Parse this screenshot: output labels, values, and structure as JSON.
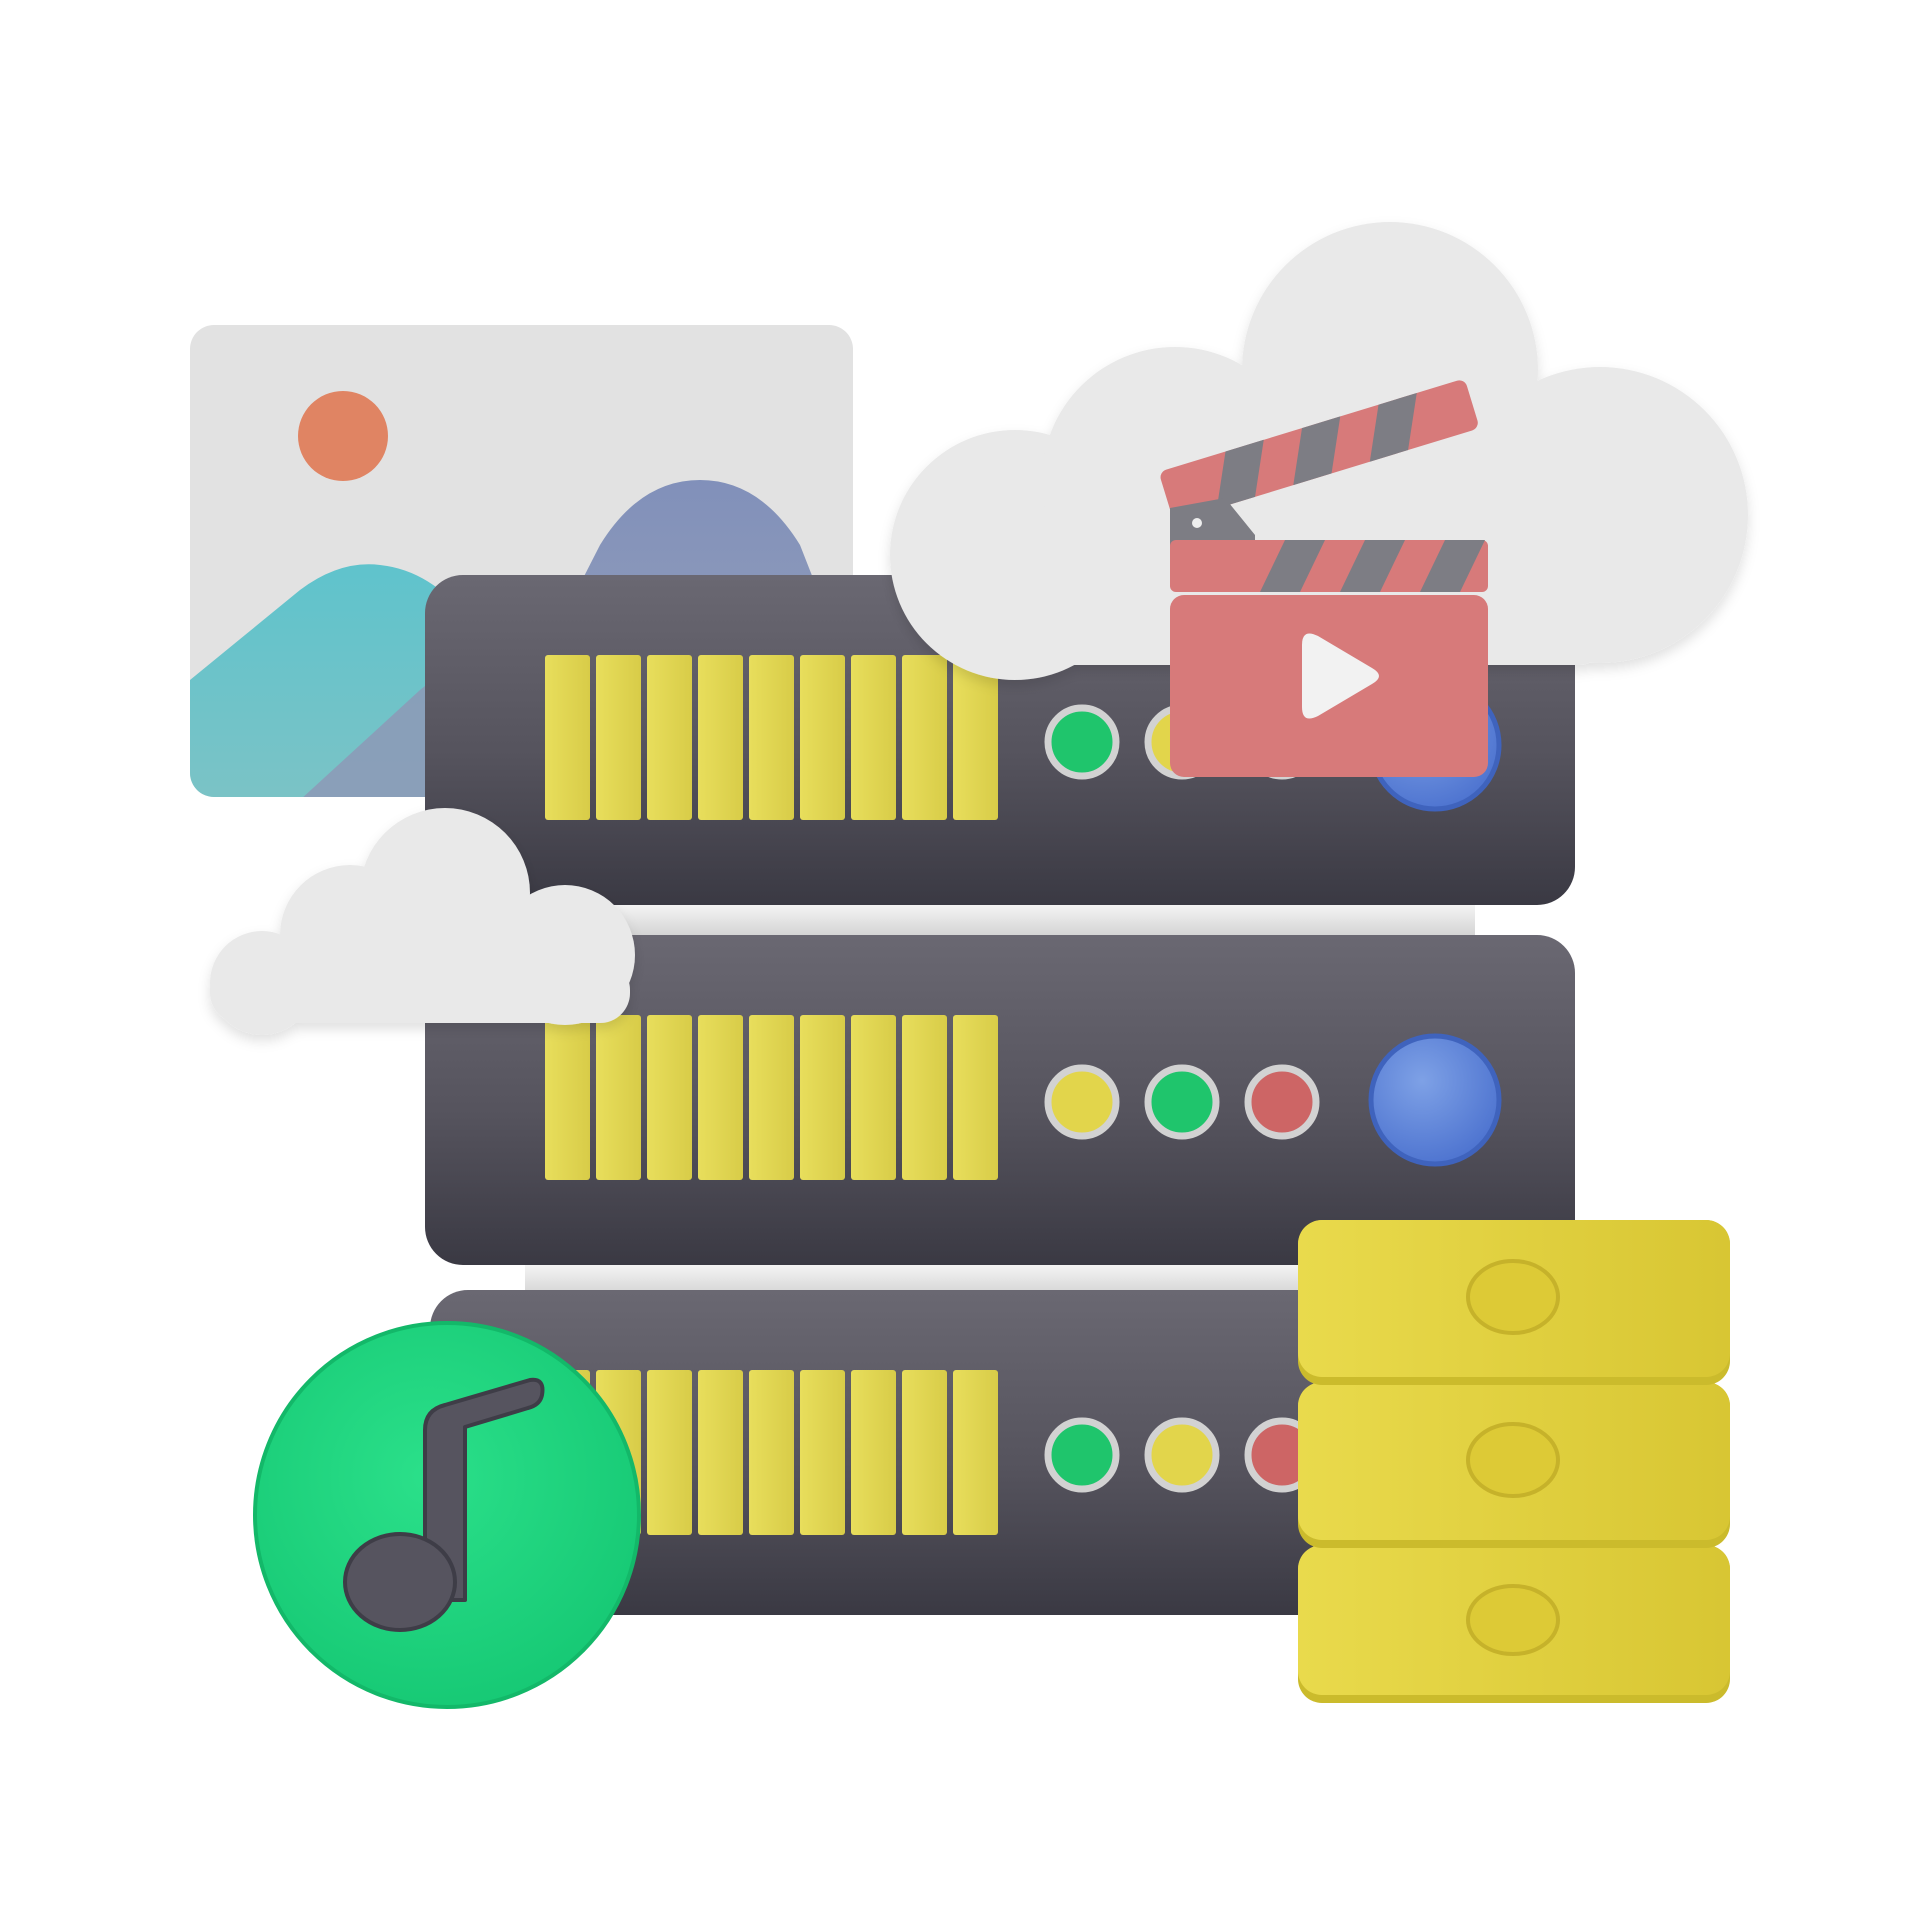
{
  "illustration": {
    "subject": "cloud-media-server",
    "icons": [
      "image-icon",
      "cloud-icon",
      "clapperboard-icon",
      "play-icon",
      "server-rack-icon",
      "music-note-icon",
      "database-icon"
    ],
    "server_units": [
      {
        "leds": [
          "green",
          "yellow",
          "red"
        ],
        "power": "blue"
      },
      {
        "leds": [
          "yellow",
          "green",
          "red"
        ],
        "power": "blue"
      },
      {
        "leds": [
          "green",
          "yellow",
          "red"
        ],
        "power": "none"
      }
    ]
  },
  "colors": {
    "background": "#ffffff",
    "server_body": "#55535d",
    "server_body_dark": "#3a3943",
    "drive_slot": "#e4d957",
    "drive_slot_shade": "#c9be3d",
    "led_green": "#1fc56c",
    "led_yellow": "#e2d54b",
    "led_red": "#cd6565",
    "power_blue": "#5d85d8",
    "led_ring": "#d2d2d2",
    "connector": "#e6e6e6",
    "cloud": "#e9e9e9",
    "cloud_shade": "#d7d7d7",
    "image_card": "#e2e2e2",
    "image_sun": "#e08463",
    "image_mountain_teal": "#6cc1c7",
    "image_mountain_slate": "#8c9ab8",
    "clapper": "#d77a7a",
    "clapper_stripe": "#7d7d84",
    "play_triangle": "#f2f2f2",
    "music_disc": "#1fd67e",
    "music_note": "#56545f",
    "database": "#e5d545",
    "database_shade": "#cbbb2c"
  }
}
